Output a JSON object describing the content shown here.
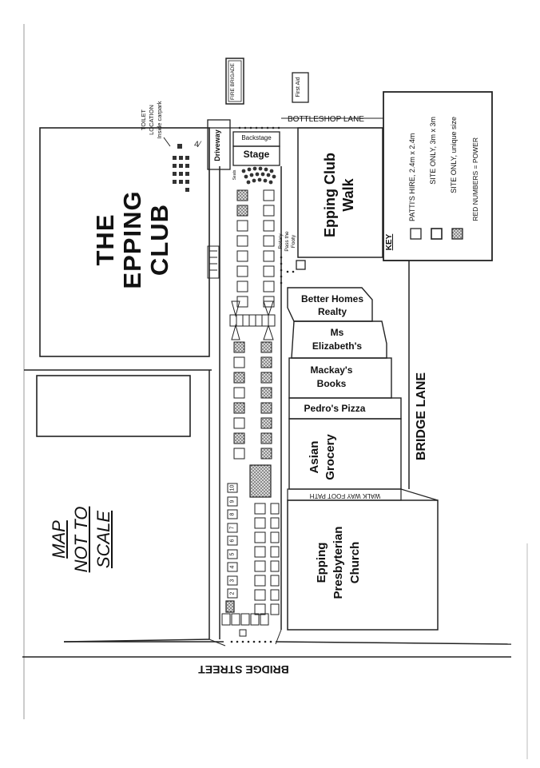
{
  "title": {
    "line1": "THE",
    "line2": "EPPING",
    "line3": "CLUB"
  },
  "map_note": {
    "line1": "MAP",
    "line2": "NOT TO",
    "line3": "SCALE"
  },
  "roads": {
    "bridge_street": "BRIDGE STREET",
    "bridge_lane": "BRIDGE LANE",
    "bottleshop_lane": "BOTTLESHOP LANE",
    "walkway": "WALK WAY FOOT PATH"
  },
  "buildings": {
    "fire_brigade": "FIRE BRIGADE",
    "first_aid": "First Aid",
    "driveway": "Driveway",
    "backstage": "Backstage",
    "stage": "Stage",
    "club_walk_1": "Epping Club",
    "club_walk_2": "Walk",
    "better_homes_1": "Better Homes",
    "better_homes_2": "Realty",
    "ms_elizabeth_1": "Ms",
    "ms_elizabeth_2": "Elizabeth's",
    "mackays_1": "Mackay's",
    "mackays_2": "Books",
    "pedros": "Pedro's Pizza",
    "asian_1": "Asian",
    "asian_2": "Grocery",
    "church_1": "Epping",
    "church_2": "Presbyterian",
    "church_3": "Church",
    "rotary_1": "Rotary",
    "rotary_2": "Pass the",
    "rotary_3": "Footy",
    "seats": "Seats"
  },
  "toilet": {
    "line1": "TOILET",
    "line2": "LOCATION",
    "line3": "Inside carpark"
  },
  "key": {
    "heading": "KEY",
    "item1": "PATTI'S HIRE, 2.4m x 2.4m",
    "item2": "SITE ONLY, 3m x 3m",
    "item3": "SITE ONLY, unique size",
    "note": "RED NUMBERS = POWER"
  },
  "stall_numbers": [
    "2",
    "3",
    "4",
    "5",
    "6",
    "7",
    "8",
    "9",
    "10"
  ],
  "colors": {
    "line": "#222222",
    "hatch": "#888888",
    "background": "#ffffff"
  }
}
